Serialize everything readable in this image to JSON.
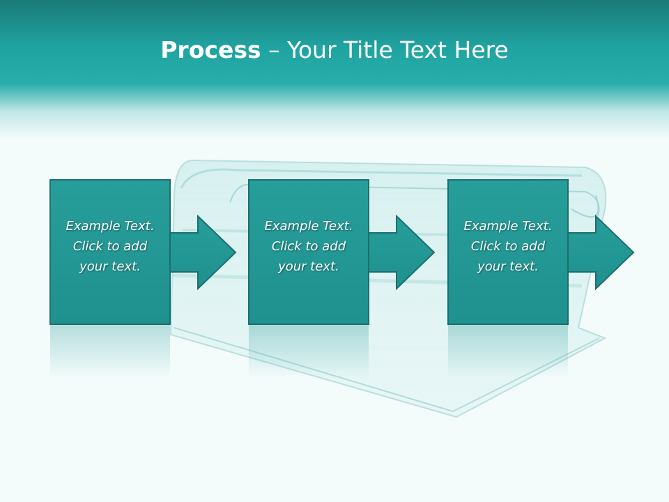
{
  "title": {
    "bold": "Process",
    "rest": " – Your Title Text Here"
  },
  "steps": [
    {
      "lines": [
        "Example Text.",
        "Click  to add",
        "your text."
      ]
    },
    {
      "lines": [
        "Example Text.",
        "Click  to add",
        "your text."
      ]
    },
    {
      "lines": [
        "Example Text.",
        "Click  to add",
        "your text."
      ]
    }
  ],
  "colors": {
    "header_dark": "#1a7b78",
    "header_mid": "#29adab",
    "box_fill": "#239896",
    "box_border": "#1b6f6c",
    "background": "#f3fbfb"
  }
}
